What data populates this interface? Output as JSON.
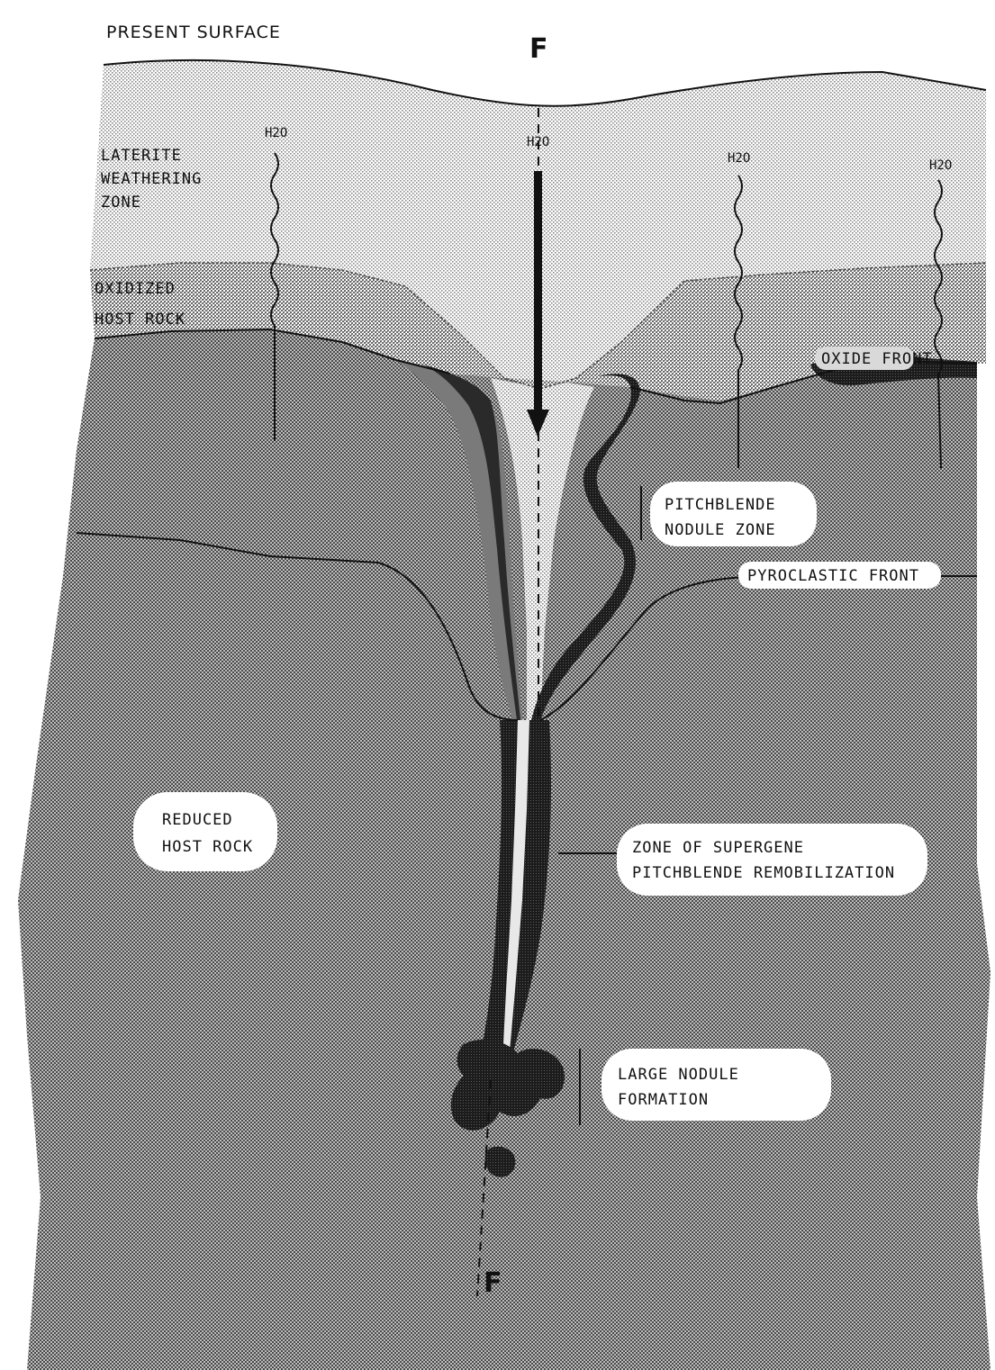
{
  "labels": {
    "present_surface": "PRESENT SURFACE",
    "fault_top": "F",
    "fault_bottom": "F",
    "weathering_zone": [
      "LATERITE",
      "WEATHERING",
      "ZONE"
    ],
    "oxidized_host_rock": [
      "OXIDIZED",
      "HOST ROCK"
    ],
    "ferricrete_front": "OXIDE FRONT",
    "pitchblende_nodule_zone": [
      "PITCHBLENDE",
      "NODULE ZONE"
    ],
    "reduced_front": "PYROCLASTIC FRONT",
    "reduced_host_rock": [
      "REDUCED",
      "HOST ROCK"
    ],
    "zone_of_mineralization": [
      "ZONE OF SUPERGENE",
      "PITCHBLENDE REMOBILIZATION"
    ],
    "large_nodule_formation": [
      "LARGE NODULE",
      "FORMATION"
    ],
    "water_labels": [
      "H2O",
      "H2O",
      "H2O",
      "H2O"
    ]
  },
  "colors": {
    "weathering_fill": "#e9e9e9",
    "oxidized_fill": "#d3d3d3",
    "host_rock_fill": "#a9a9a9",
    "ore_fill": "#2a2a2a",
    "bleached_fill": "#ececec",
    "line": "#111111"
  }
}
